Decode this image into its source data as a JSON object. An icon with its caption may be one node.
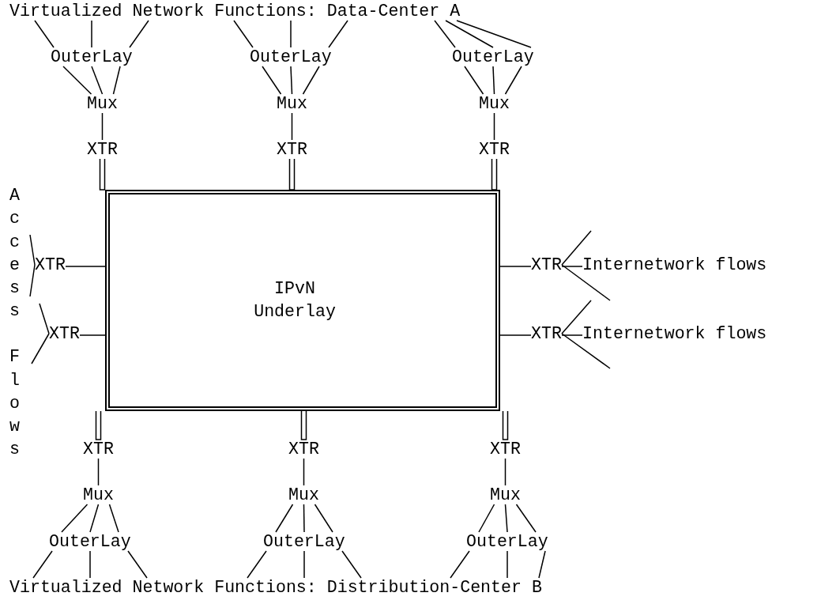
{
  "diagram": {
    "nodes": [
      {
        "text": [
          "Virtualized Network Functions: Data-Center A"
        ]
      },
      {
        "text": [
          "OuterLay"
        ]
      },
      {
        "text": [
          "OuterLay"
        ]
      },
      {
        "text": [
          "OuterLay"
        ]
      },
      {
        "text": [
          "Mux"
        ]
      },
      {
        "text": [
          "Mux"
        ]
      },
      {
        "text": [
          "Mux"
        ]
      },
      {
        "text": [
          "XTR"
        ]
      },
      {
        "text": [
          "XTR"
        ]
      },
      {
        "text": [
          "XTR"
        ]
      },
      {
        "text": [
          "IPvN Underlay"
        ]
      },
      {
        "text": [
          "XTR"
        ]
      },
      {
        "text": [
          "XTR"
        ]
      },
      {
        "text": [
          "XTR"
        ]
      },
      {
        "text": [
          "Internetwork flows"
        ]
      },
      {
        "text": [
          "XTR"
        ]
      },
      {
        "text": [
          "Internetwork flows"
        ]
      },
      {
        "text": [
          "XTR"
        ]
      },
      {
        "text": [
          "XTR"
        ]
      },
      {
        "text": [
          "XTR"
        ]
      },
      {
        "text": [
          "Mux"
        ]
      },
      {
        "text": [
          "Mux"
        ]
      },
      {
        "text": [
          "Mux"
        ]
      },
      {
        "text": [
          "OuterLay"
        ]
      },
      {
        "text": [
          "OuterLay"
        ]
      },
      {
        "text": [
          "OuterLay"
        ]
      },
      {
        "text": [
          "Virtualized Network Functions: Distribution-Center B"
        ]
      }
    ],
    "edges": [
      {
        "from": 1,
        "to": 0,
        "arrow": "none"
      },
      {
        "from": 1,
        "to": 0,
        "arrow": "none"
      },
      {
        "from": 1,
        "to": 0,
        "arrow": "none"
      },
      {
        "from": 2,
        "to": 0,
        "arrow": "none"
      },
      {
        "from": 2,
        "to": 0,
        "arrow": "none"
      },
      {
        "from": 2,
        "to": 0,
        "arrow": "none"
      },
      {
        "from": 3,
        "to": 0,
        "arrow": "none"
      },
      {
        "from": 3,
        "to": 0,
        "arrow": "none"
      },
      {
        "from": 3,
        "to": 0,
        "arrow": "none"
      },
      {
        "from": 1,
        "to": 4,
        "arrow": "none"
      },
      {
        "from": 1,
        "to": 4,
        "arrow": "none"
      },
      {
        "from": 1,
        "to": 4,
        "arrow": "none"
      },
      {
        "from": 2,
        "to": 5,
        "arrow": "none"
      },
      {
        "from": 2,
        "to": 5,
        "arrow": "none"
      },
      {
        "from": 2,
        "to": 5,
        "arrow": "none"
      },
      {
        "from": 3,
        "to": 6,
        "arrow": "none"
      },
      {
        "from": 3,
        "to": 6,
        "arrow": "none"
      },
      {
        "from": 3,
        "to": 6,
        "arrow": "none"
      },
      {
        "from": 4,
        "to": 7,
        "arrow": "none"
      },
      {
        "from": 5,
        "to": 8,
        "arrow": "none"
      },
      {
        "from": 6,
        "to": 9,
        "arrow": "none"
      },
      {
        "from": 7,
        "to": 10,
        "arrow": "none"
      },
      {
        "from": 8,
        "to": 10,
        "arrow": "none"
      },
      {
        "from": 9,
        "to": 10,
        "arrow": "none"
      },
      {
        "from": null,
        "to": 11,
        "arrow": "none"
      },
      {
        "from": null,
        "to": 11,
        "arrow": "none"
      },
      {
        "from": 11,
        "to": 10,
        "arrow": "none"
      },
      {
        "from": null,
        "to": 12,
        "arrow": "none"
      },
      {
        "from": null,
        "to": 12,
        "arrow": "none"
      },
      {
        "from": 12,
        "to": 10,
        "arrow": "none"
      },
      {
        "from": 13,
        "to": 10,
        "arrow": "none"
      },
      {
        "from": 13,
        "to": 14,
        "arrow": "none"
      },
      {
        "from": 13,
        "to": null,
        "arrow": "none"
      },
      {
        "from": 13,
        "to": null,
        "arrow": "none"
      },
      {
        "from": 15,
        "to": 10,
        "arrow": "none"
      },
      {
        "from": 15,
        "to": 16,
        "arrow": "none"
      },
      {
        "from": 15,
        "to": null,
        "arrow": "none"
      },
      {
        "from": 15,
        "to": null,
        "arrow": "none"
      },
      {
        "from": 10,
        "to": 17,
        "arrow": "none"
      },
      {
        "from": 10,
        "to": 18,
        "arrow": "none"
      },
      {
        "from": 10,
        "to": 19,
        "arrow": "none"
      },
      {
        "from": 17,
        "to": 20,
        "arrow": "none"
      },
      {
        "from": 18,
        "to": 21,
        "arrow": "none"
      },
      {
        "from": 19,
        "to": 22,
        "arrow": "none"
      },
      {
        "from": 20,
        "to": 23,
        "arrow": "none"
      },
      {
        "from": 20,
        "to": 23,
        "arrow": "none"
      },
      {
        "from": 20,
        "to": 23,
        "arrow": "none"
      },
      {
        "from": 21,
        "to": 24,
        "arrow": "none"
      },
      {
        "from": 21,
        "to": 24,
        "arrow": "none"
      },
      {
        "from": 21,
        "to": 24,
        "arrow": "none"
      },
      {
        "from": 22,
        "to": 25,
        "arrow": "none"
      },
      {
        "from": 22,
        "to": 25,
        "arrow": "none"
      },
      {
        "from": 22,
        "to": 25,
        "arrow": "none"
      },
      {
        "from": 23,
        "to": 26,
        "arrow": "none"
      },
      {
        "from": 23,
        "to": 26,
        "arrow": "none"
      },
      {
        "from": 23,
        "to": 26,
        "arrow": "none"
      },
      {
        "from": 24,
        "to": 26,
        "arrow": "none"
      },
      {
        "from": 24,
        "to": 26,
        "arrow": "none"
      },
      {
        "from": 24,
        "to": 26,
        "arrow": "none"
      },
      {
        "from": 25,
        "to": 26,
        "arrow": "none"
      },
      {
        "from": 25,
        "to": 26,
        "arrow": "none"
      },
      {
        "from": 25,
        "to": 26,
        "arrow": "none"
      }
    ],
    "labels": [
      "Access",
      "Flows"
    ]
  }
}
